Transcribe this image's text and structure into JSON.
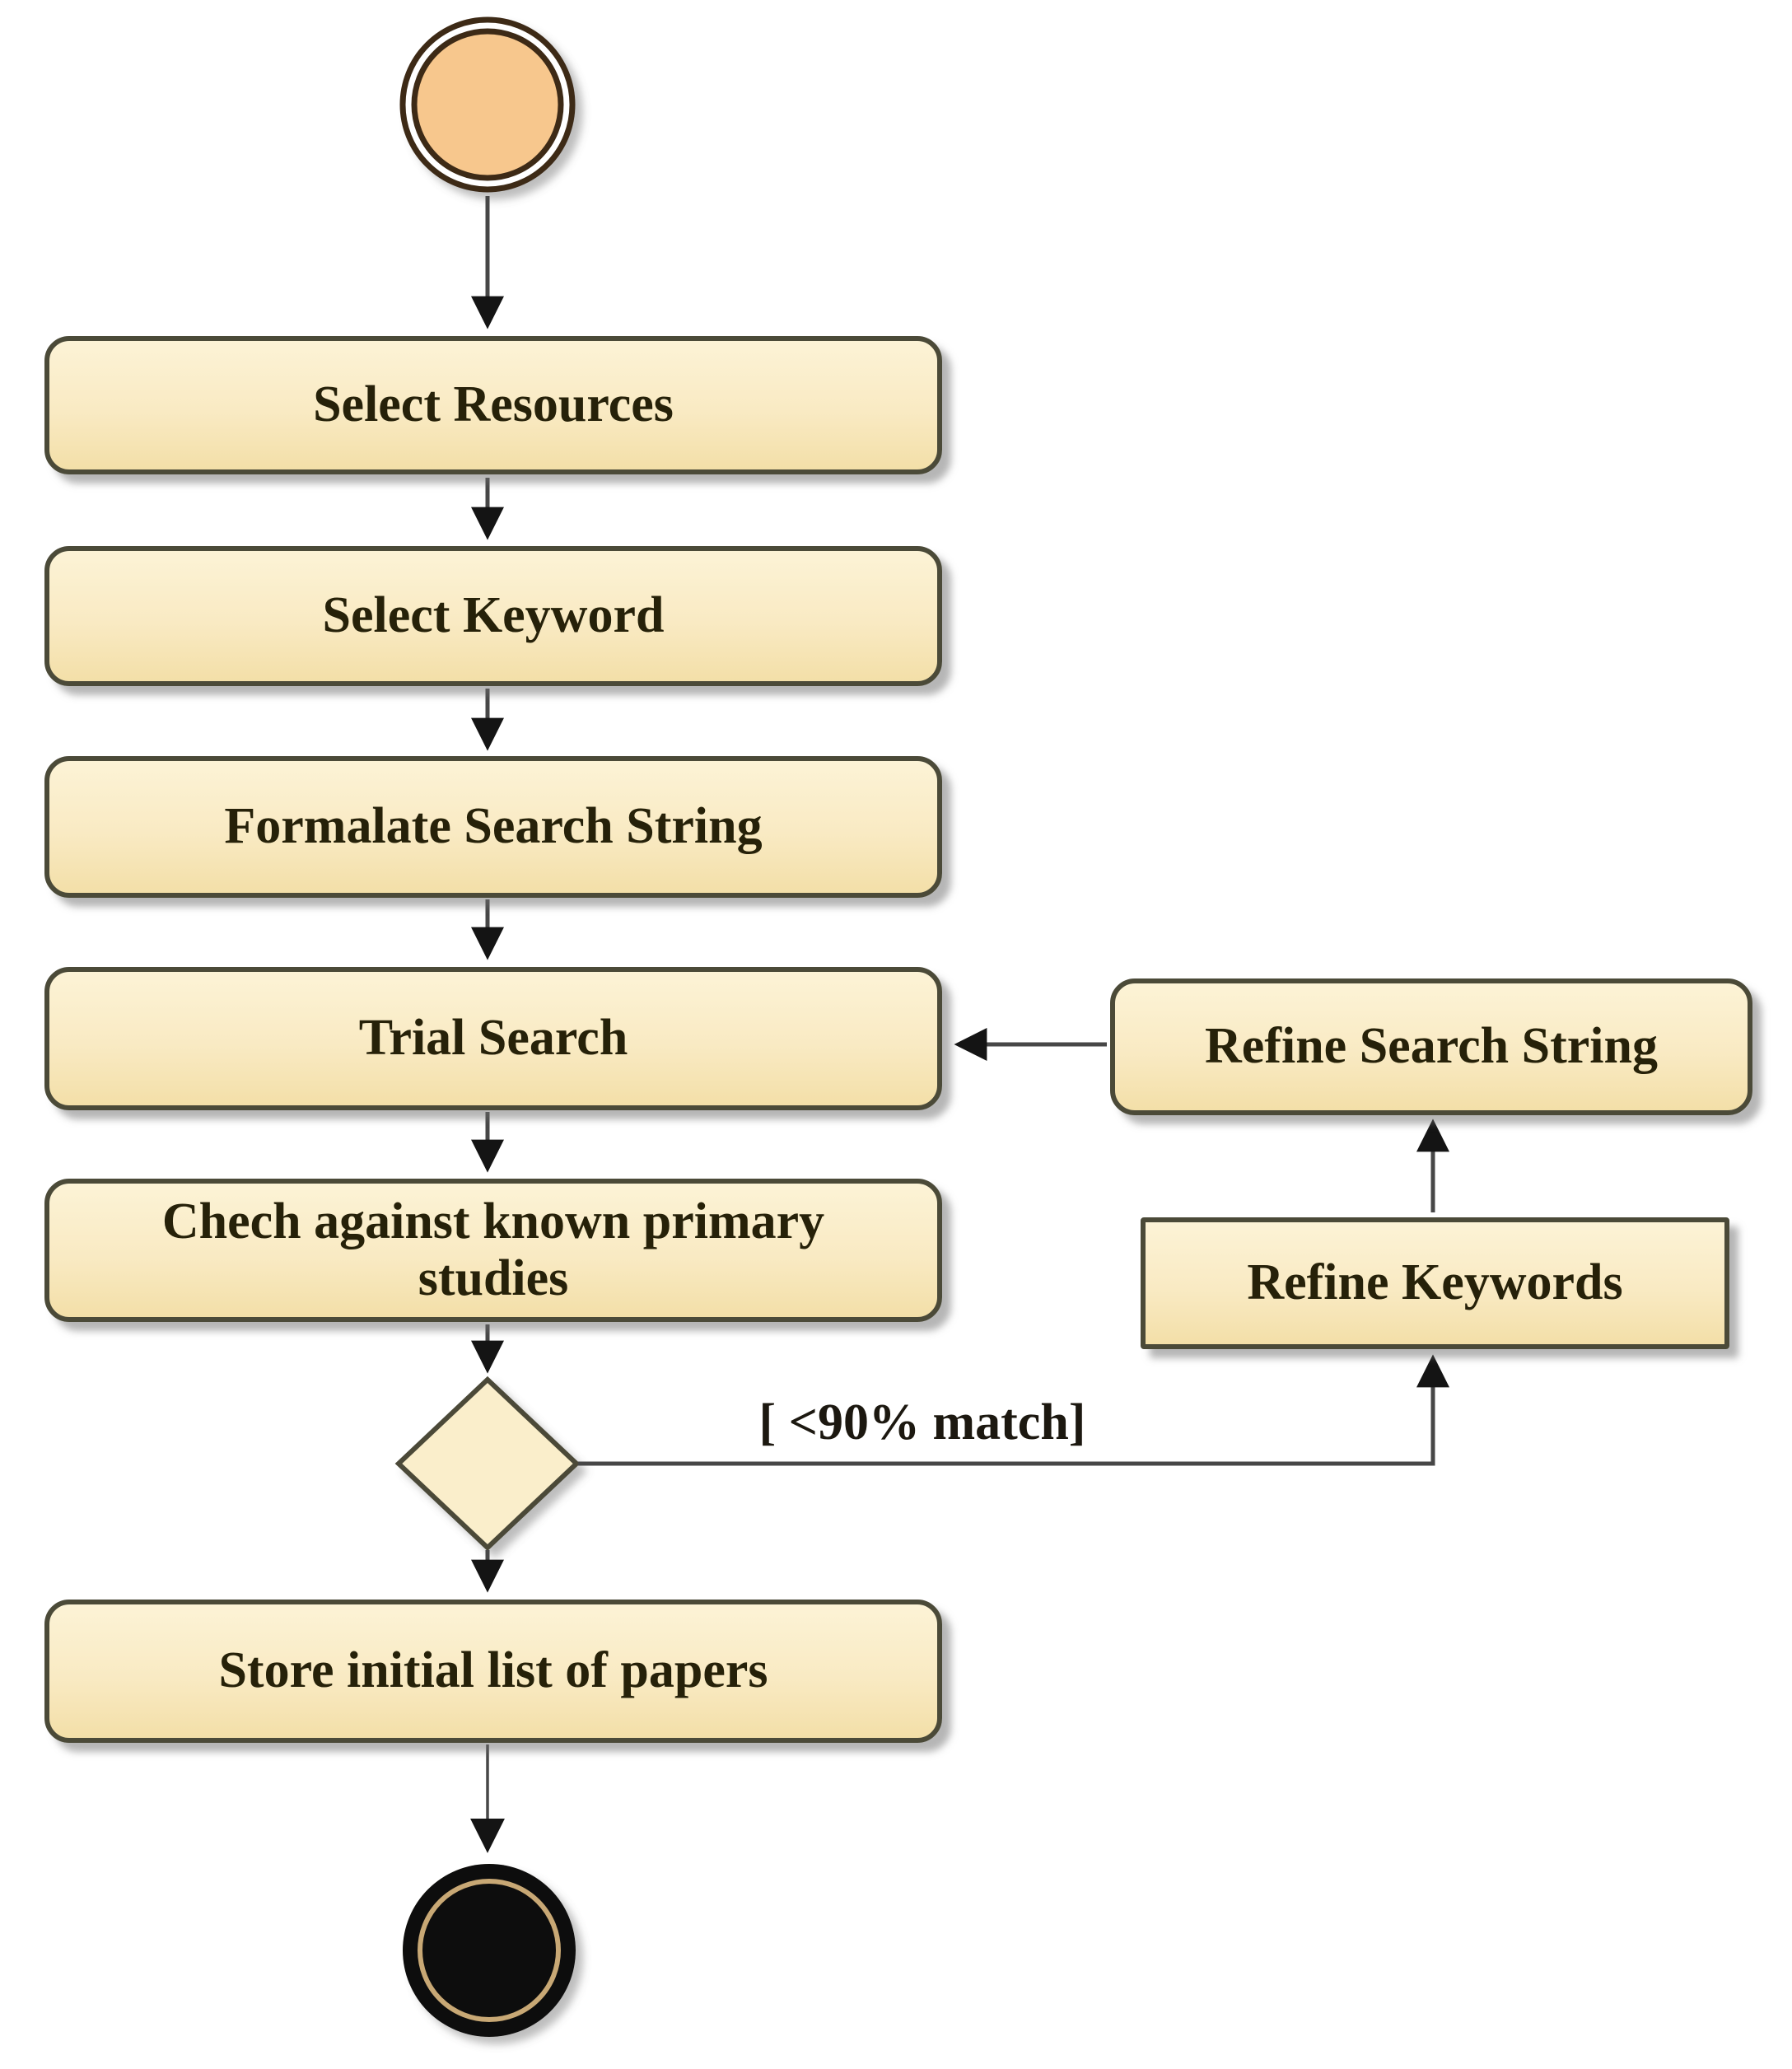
{
  "diagram": {
    "type": "uml-activity-diagram",
    "nodes": {
      "start": {
        "type": "initial-node",
        "fill": "#F7C78D",
        "ring": "#3E2A16"
      },
      "select_resources": {
        "label": "Select Resources",
        "shape": "rounded-rect"
      },
      "select_keyword": {
        "label": "Select Keyword",
        "shape": "rounded-rect"
      },
      "formulate_search_string": {
        "label": "Formalate Search String",
        "shape": "rounded-rect"
      },
      "trial_search": {
        "label": "Trial Search",
        "shape": "rounded-rect"
      },
      "check_against_known_primary_studies": {
        "label": "Chech against known primary studies",
        "shape": "rounded-rect"
      },
      "decision": {
        "type": "decision-diamond",
        "fill": "#FAEECB"
      },
      "store_initial_list_of_papers": {
        "label": "Store initial list of papers",
        "shape": "rounded-rect"
      },
      "refine_search_string": {
        "label": "Refine Search String",
        "shape": "rounded-rect"
      },
      "refine_keywords": {
        "label": "Refine Keywords",
        "shape": "rect"
      },
      "end": {
        "type": "final-node",
        "fill": "#0E0B07",
        "ring": "#C8A874"
      }
    },
    "edges": [
      {
        "from": "start",
        "to": "select_resources",
        "label": ""
      },
      {
        "from": "select_resources",
        "to": "select_keyword",
        "label": ""
      },
      {
        "from": "select_keyword",
        "to": "formulate_search_string",
        "label": ""
      },
      {
        "from": "formulate_search_string",
        "to": "trial_search",
        "label": ""
      },
      {
        "from": "trial_search",
        "to": "check_against_known_primary_studies",
        "label": ""
      },
      {
        "from": "check_against_known_primary_studies",
        "to": "decision",
        "label": ""
      },
      {
        "from": "decision",
        "to": "refine_keywords",
        "label": "[ <90% match]"
      },
      {
        "from": "refine_keywords",
        "to": "refine_search_string",
        "label": ""
      },
      {
        "from": "refine_search_string",
        "to": "trial_search",
        "label": ""
      },
      {
        "from": "decision",
        "to": "store_initial_list_of_papers",
        "label": ""
      },
      {
        "from": "store_initial_list_of_papers",
        "to": "end",
        "label": ""
      }
    ],
    "colors": {
      "box_fill_top": "#FCF3D6",
      "box_fill_bottom": "#F3DFA8",
      "box_border": "#4B4A38",
      "text": "#262109",
      "line": "#474747",
      "arrowhead": "#141414",
      "start_fill": "#F7C78D",
      "start_ring": "#3E2A16",
      "final_fill": "#0E0B07",
      "final_ring": "#C8A874",
      "background": "#FFFFFF"
    }
  }
}
